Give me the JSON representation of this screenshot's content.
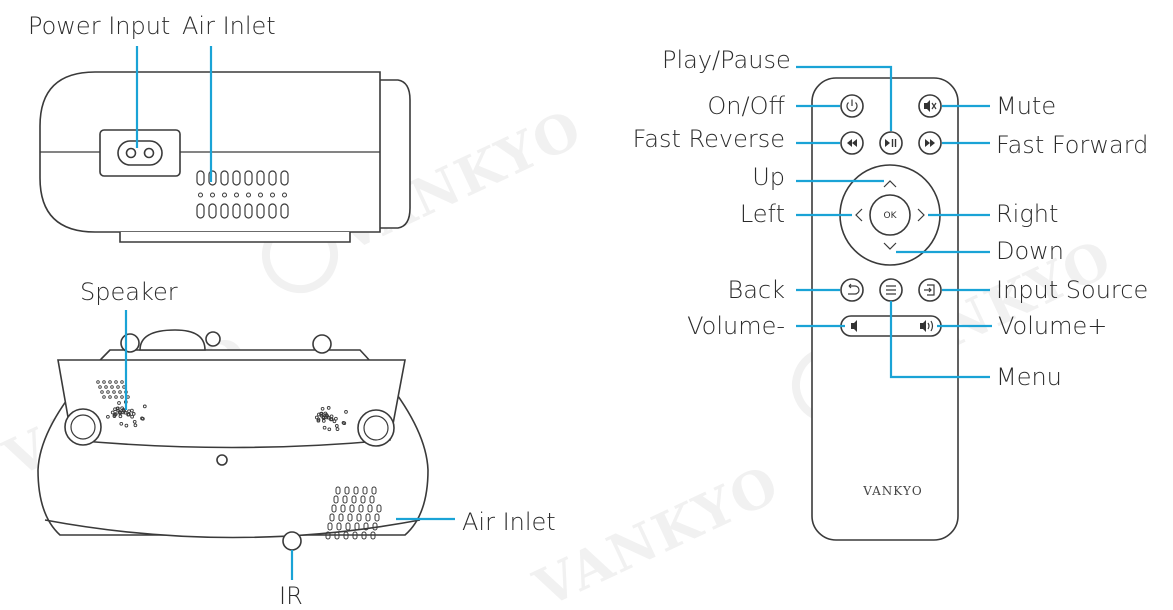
{
  "watermark_text": "VANKYO",
  "remote_brand": "VANKYO",
  "ok_label": "OK",
  "labels": {
    "power_input": "Power Input",
    "air_inlet_top": "Air Inlet",
    "speaker": "Speaker",
    "air_inlet_bottom": "Air Inlet",
    "ir": "IR",
    "play_pause": "Play/Pause",
    "on_off": "On/Off",
    "mute": "Mute",
    "fast_reverse": "Fast Reverse",
    "fast_forward": "Fast Forward",
    "up": "Up",
    "left": "Left",
    "right": "Right",
    "down": "Down",
    "back": "Back",
    "input_source": "Input Source",
    "volume_minus": "Volume-",
    "volume_plus": "Volume+",
    "menu": "Menu"
  },
  "colors": {
    "leader": "#1aa3d6",
    "outline": "#3a3a3a",
    "text": "#2b2b2b"
  }
}
